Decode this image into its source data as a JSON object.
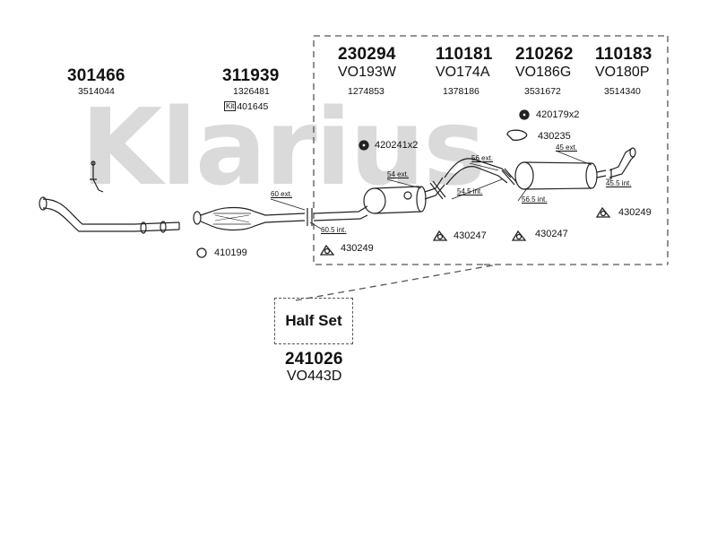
{
  "watermark": "Klarius",
  "parts": {
    "p301466": {
      "number": "301466",
      "oem": "3514044"
    },
    "p311939": {
      "number": "311939",
      "oem": "1326481",
      "kit_label": "Kit",
      "kit_number": "401645"
    },
    "p230294": {
      "number": "230294",
      "ref": "VO193W",
      "oem": "1274853"
    },
    "p110181": {
      "number": "110181",
      "ref": "VO174A",
      "oem": "1378186"
    },
    "p210262": {
      "number": "210262",
      "ref": "VO186G",
      "oem": "3531672"
    },
    "p110183": {
      "number": "110183",
      "ref": "VO180P",
      "oem": "3514340"
    },
    "p241026": {
      "number": "241026",
      "ref": "VO443D"
    }
  },
  "half_set_label": "Half Set",
  "fittings": {
    "f420179": "420179x2",
    "f420241": "420241x2",
    "f430235": "430235",
    "f410199": "410199",
    "f430249a": "430249",
    "f430247a": "430247",
    "f430247b": "430247",
    "f430249b": "430249"
  },
  "dimensions": {
    "d60ext": "60 ext.",
    "d60_5int": "60.5 int.",
    "d54ext": "54 ext.",
    "d56ext": "56 ext.",
    "d54_5int": "54.5 int.",
    "d56_5int": "56.5 int.",
    "d45ext": "45 ext.",
    "d45_5int": "45.5 int."
  }
}
